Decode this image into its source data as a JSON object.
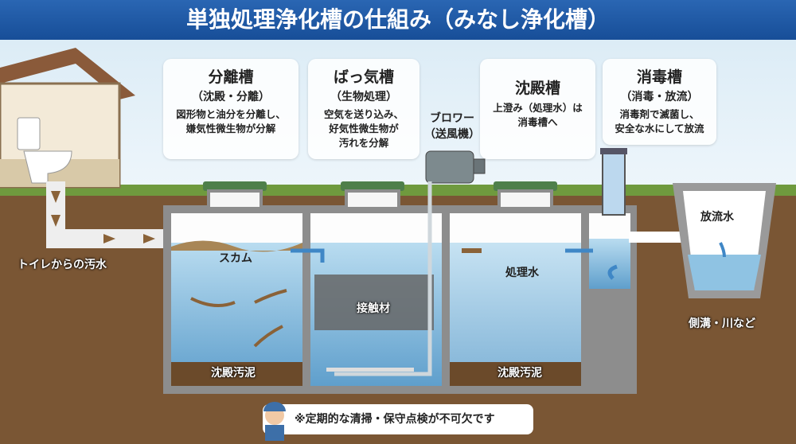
{
  "title": "単独処理浄化槽の仕組み（みなし浄化槽）",
  "callouts": [
    {
      "heading": "分離槽",
      "sub": "（沈殿・分離）",
      "desc1": "図形物と油分を分離し、",
      "desc2": "嫌気性微生物が分解"
    },
    {
      "heading": "ばっ気槽",
      "sub": "（生物処理）",
      "desc1": "空気を送り込み、",
      "desc2": "好気性微生物が",
      "desc3": "汚れを分解"
    },
    {
      "heading": "沈殿槽",
      "desc1": "上澄み（処理水）は",
      "desc2": "消毒槽へ"
    },
    {
      "heading": "消毒槽",
      "sub": "（消毒・放流）",
      "desc1": "消毒剤で滅菌し、",
      "desc2": "安全な水にして放流"
    }
  ],
  "blower": {
    "line1": "ブロワー",
    "line2": "（送風機）"
  },
  "labels": {
    "inflow": "トイレからの汚水",
    "scum": "スカム",
    "media": "接触材",
    "treated": "処理水",
    "discharge": "放流水",
    "destination": "側溝・川など",
    "sludge1": "沈殿汚泥",
    "sludge2": "沈殿汚泥"
  },
  "note": "※定期的な清掃・保守点検が不可欠です",
  "colors": {
    "title_bar": "#1d5aa8",
    "water": "#8fc3e3",
    "soil": "#7a5634",
    "arrow_dirty": "#8a6238",
    "arrow_clean": "#3f87c6"
  }
}
